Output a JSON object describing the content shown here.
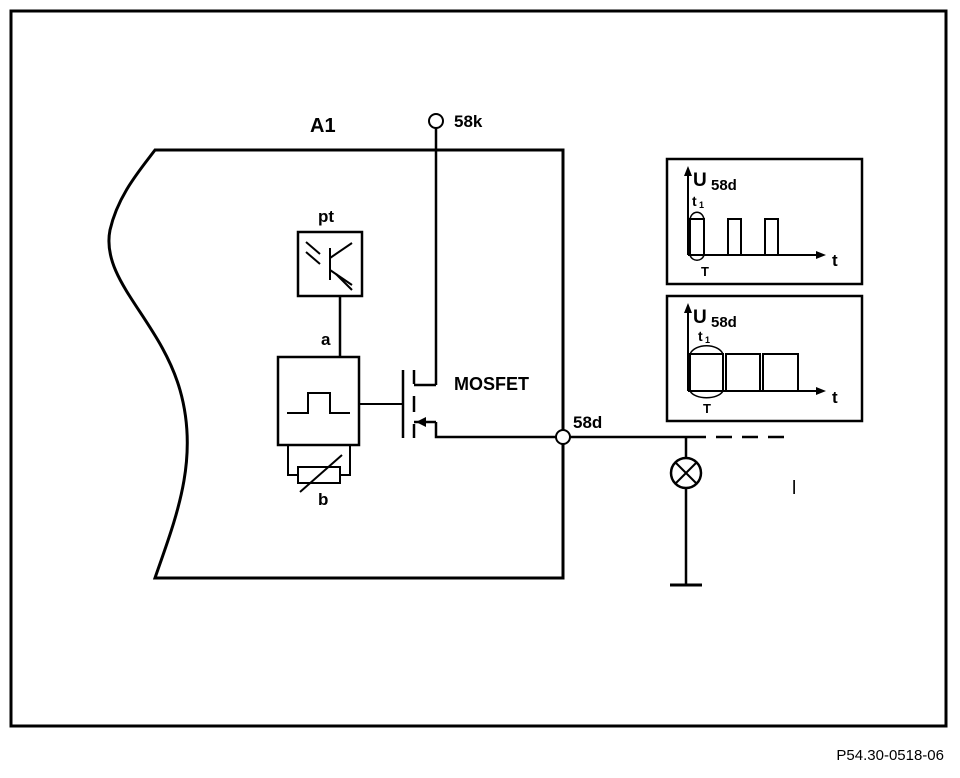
{
  "labels": {
    "module": "A1",
    "terminal_58k": "58k",
    "terminal_58d": "58d",
    "photo_transistor": "pt",
    "point_a": "a",
    "point_b": "b",
    "mosfet": "MOSFET",
    "lamp_l": "l"
  },
  "graphs": [
    {
      "y_label": "U",
      "y_sub": "58d",
      "t1": "t",
      "t1_sub": "1",
      "period": "T",
      "x_label": "t"
    },
    {
      "y_label": "U",
      "y_sub": "58d",
      "t1": "t",
      "t1_sub": "1",
      "period": "T",
      "x_label": "t"
    }
  ],
  "figure_id": "P54.30-0518-06"
}
